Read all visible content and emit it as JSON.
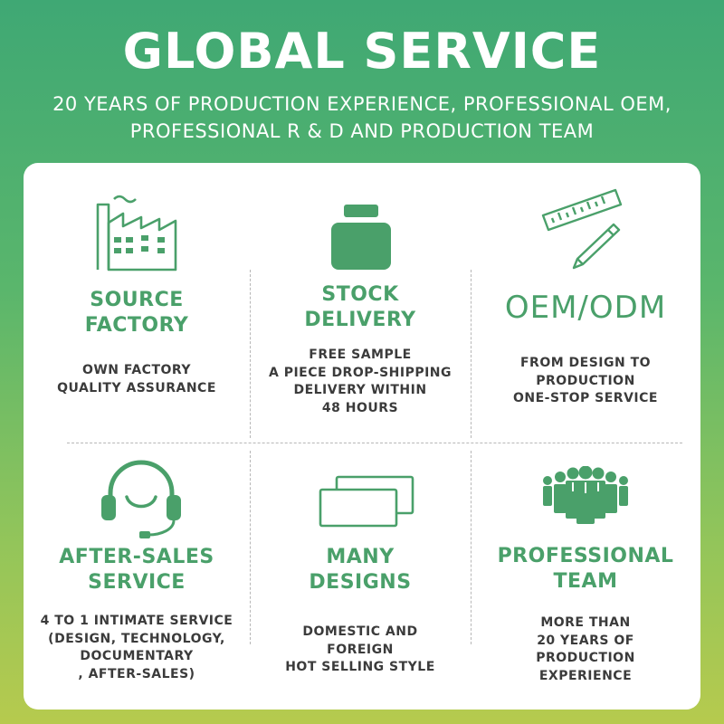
{
  "header": {
    "title": "GLOBAL SERVICE",
    "subtitle_lines": [
      "20 YEARS OF PRODUCTION EXPERIENCE, PROFESSIONAL OEM,",
      "PROFESSIONAL R & D AND PRODUCTION TEAM"
    ]
  },
  "colors": {
    "accent": "#4aa06a",
    "text": "#3b3b3b",
    "gradient_top": "#3fa874",
    "gradient_bottom": "#b6ca4e"
  },
  "features": [
    {
      "icon": "factory-icon",
      "heading_lines": [
        "SOURCE",
        "FACTORY"
      ],
      "desc_lines": [
        "OWN FACTORY",
        "QUALITY ASSURANCE"
      ]
    },
    {
      "icon": "box-icon",
      "heading_lines": [
        "STOCK",
        "DELIVERY"
      ],
      "desc_lines": [
        "FREE SAMPLE",
        "A PIECE DROP-SHIPPING",
        "DELIVERY WITHIN",
        "48 HOURS"
      ]
    },
    {
      "icon": "ruler-pencil-icon",
      "heading_lines": [
        "OEM/ODM"
      ],
      "desc_lines": [
        "FROM DESIGN TO",
        "PRODUCTION",
        "ONE-STOP SERVICE"
      ]
    },
    {
      "icon": "headset-icon",
      "heading_lines": [
        "AFTER-SALES",
        "SERVICE"
      ],
      "desc_lines": [
        "4 TO 1 INTIMATE SERVICE",
        "(DESIGN, TECHNOLOGY,",
        "DOCUMENTARY",
        ", AFTER-SALES)"
      ]
    },
    {
      "icon": "cards-icon",
      "heading_lines": [
        "MANY",
        "DESIGNS"
      ],
      "desc_lines": [
        "DOMESTIC AND",
        "FOREIGN",
        "HOT SELLING STYLE"
      ]
    },
    {
      "icon": "team-icon",
      "heading_lines": [
        "PROFESSIONAL",
        "TEAM"
      ],
      "desc_lines": [
        "MORE THAN",
        "20 YEARS OF",
        "PRODUCTION",
        "EXPERIENCE"
      ]
    }
  ]
}
